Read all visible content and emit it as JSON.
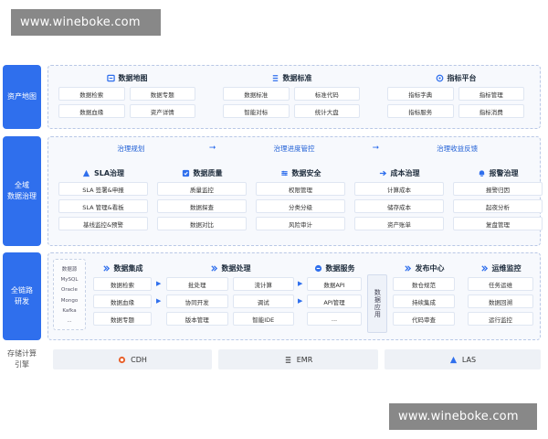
{
  "watermark": {
    "text": "www.wineboke.com"
  },
  "side_labels": [
    "资产地图",
    "全域\n数据治理",
    "全链路\n研发",
    "存储计算\n引擎"
  ],
  "asset_map": [
    {
      "title": "数据地图",
      "icon": "map-icon",
      "items": [
        "数据检索",
        "数据专题",
        "数据血缘",
        "资产详情"
      ]
    },
    {
      "title": "数据标准",
      "icon": "standard-icon",
      "items": [
        "数据标准",
        "标准代码",
        "智能对标",
        "统计大盘"
      ]
    },
    {
      "title": "指标平台",
      "icon": "metric-icon",
      "items": [
        "指标字典",
        "指标管理",
        "指标服务",
        "指标消费"
      ]
    }
  ],
  "governance_flow": [
    "治理规划",
    "治理进度管控",
    "治理收益反馈"
  ],
  "governance": [
    {
      "title": "SLA治理",
      "icon": "sla-icon",
      "items": [
        "SLA 签署&申报",
        "SLA 管理&看板",
        "基线监控&预警"
      ]
    },
    {
      "title": "数据质量",
      "icon": "quality-icon",
      "items": [
        "质量监控",
        "数据探查",
        "数据对比"
      ]
    },
    {
      "title": "数据安全",
      "icon": "security-icon",
      "items": [
        "权限管理",
        "分类分级",
        "风险审计"
      ]
    },
    {
      "title": "成本治理",
      "icon": "cost-icon",
      "items": [
        "计算成本",
        "储存成本",
        "资产账单"
      ]
    },
    {
      "title": "报警治理",
      "icon": "alarm-icon",
      "items": [
        "报警归因",
        "起夜分析",
        "复盘管理"
      ]
    }
  ],
  "sources": {
    "title": "数据源",
    "items": [
      "MySQL",
      "Oracle",
      "Mongo",
      "Kafka",
      "..."
    ]
  },
  "dev": [
    {
      "title": "数据集成",
      "icon": "integration-icon",
      "items": [
        "数据检索",
        "数据血缘",
        "数据专题"
      ]
    },
    {
      "title": "数据处理",
      "icon": "processing-icon",
      "items": [
        "批处理",
        "流计算",
        "协同开发",
        "调试",
        "版本管理",
        "智能IDE"
      ]
    },
    {
      "title": "数据服务",
      "icon": "service-icon",
      "items": [
        "数据API",
        "API管理",
        "..."
      ]
    }
  ],
  "data_app": "数据应用",
  "ops": [
    {
      "title": "发布中心",
      "icon": "release-icon",
      "items": [
        "数仓规范",
        "持续集成",
        "代码审查"
      ]
    },
    {
      "title": "运维监控",
      "icon": "ops-icon",
      "items": [
        "任务运维",
        "数据回溯",
        "运行监控"
      ]
    }
  ],
  "engines": [
    {
      "label": "CDH",
      "icon": "cdh-icon",
      "color": "#e8612c"
    },
    {
      "label": "EMR",
      "icon": "emr-icon",
      "color": "#555555"
    },
    {
      "label": "LAS",
      "icon": "las-icon",
      "color": "#2f6fed"
    }
  ],
  "colors": {
    "accent": "#2f6fed",
    "frame": "#b9c8e6"
  }
}
